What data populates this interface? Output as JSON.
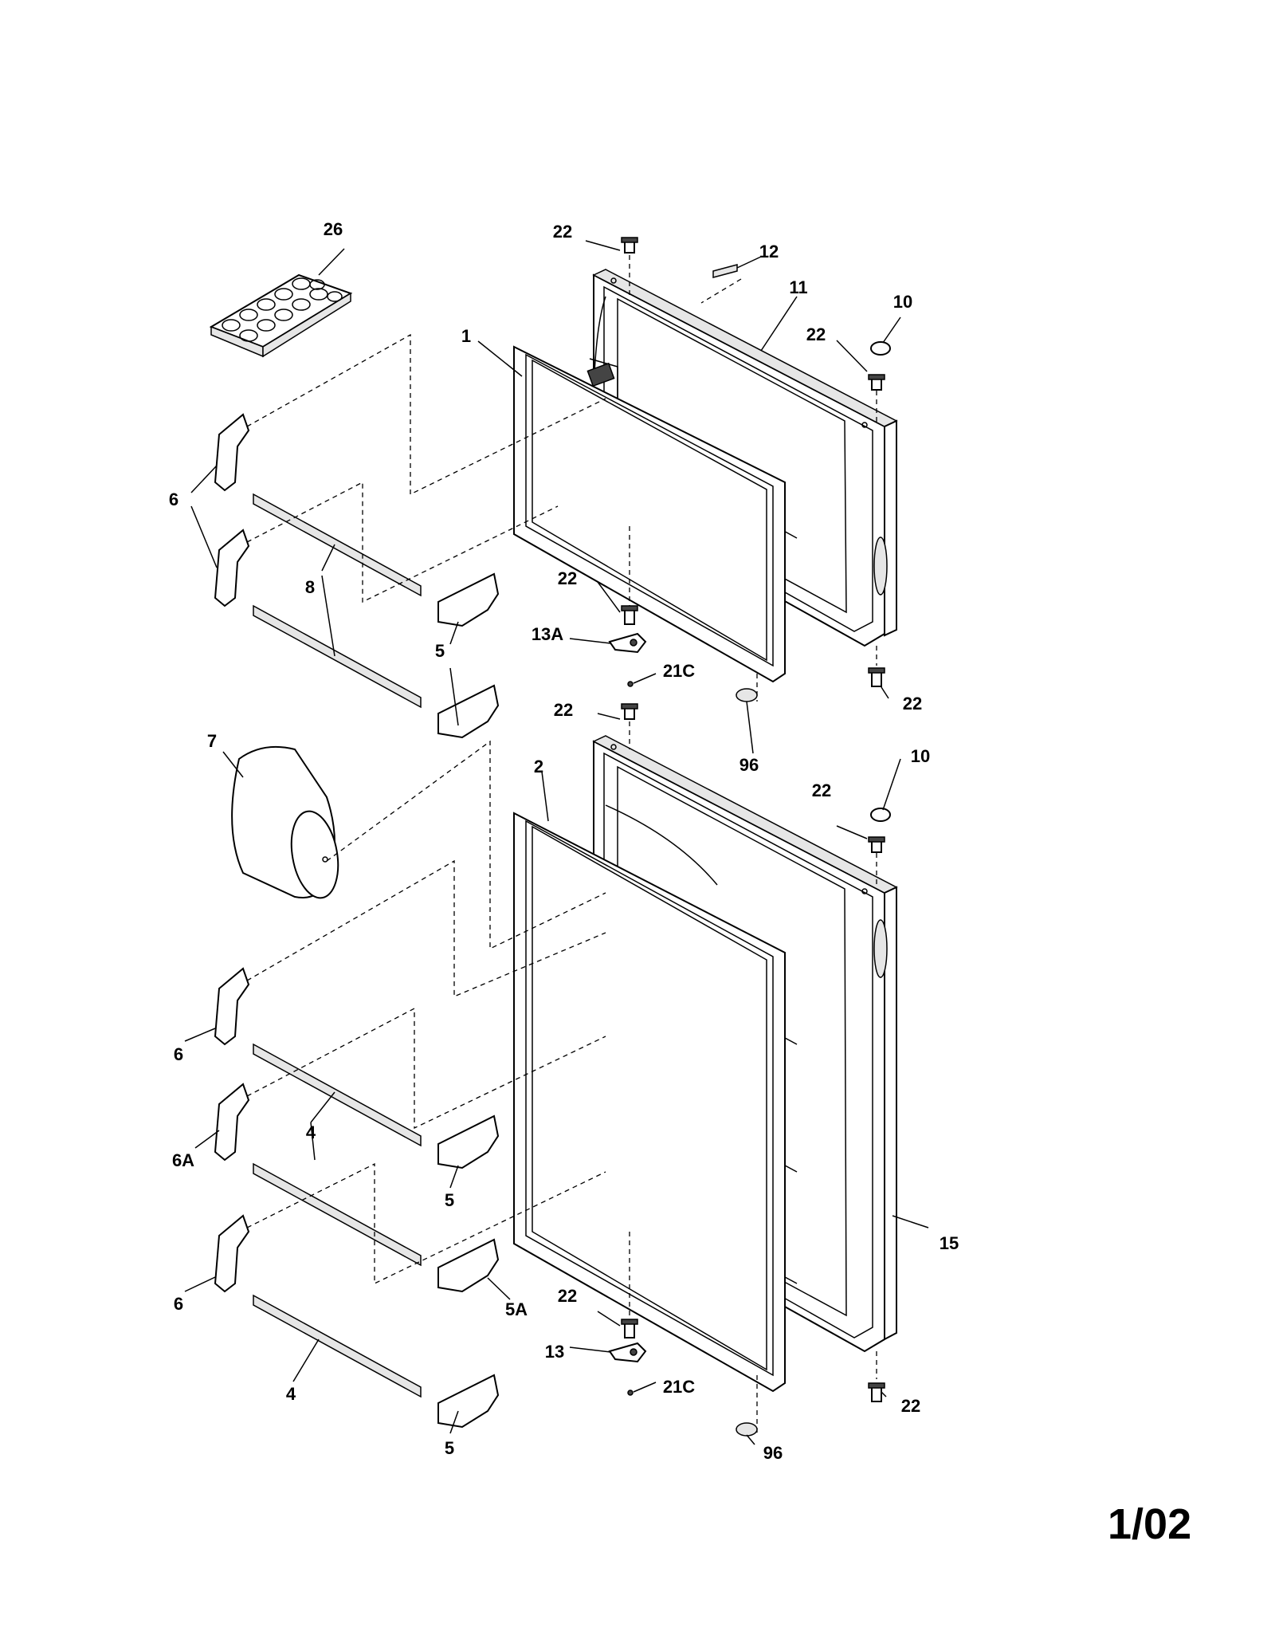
{
  "labels": {
    "l26": "26",
    "l22a": "22",
    "l12": "12",
    "l11": "11",
    "l10a": "10",
    "l22b": "22",
    "l1": "1",
    "l6a": "6",
    "l8": "8",
    "l5a": "5",
    "l22c": "22",
    "l13A": "13A",
    "l21Ca": "21C",
    "l22d": "22",
    "l22e": "22",
    "l96a": "96",
    "l7": "7",
    "l2": "2",
    "l10b": "10",
    "l22f": "22",
    "l6b": "6",
    "l4a": "4",
    "l6A": "6A",
    "l5b": "5",
    "l15": "15",
    "l5A": "5A",
    "l22g": "22",
    "l6c": "6",
    "l13": "13",
    "l21Cb": "21C",
    "l22h": "22",
    "l4b": "4",
    "l96b": "96",
    "l5c": "5"
  },
  "page_number": "1/02"
}
